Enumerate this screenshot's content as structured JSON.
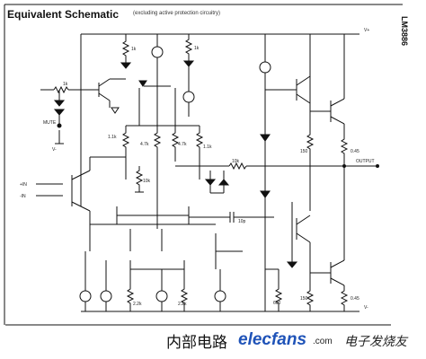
{
  "header": {
    "title": "Equivalent Schematic",
    "subtitle": "(excluding active protection circuitry)",
    "part_number": "LM3886"
  },
  "labels": {
    "vplus": "V+",
    "vminus": "V-",
    "mute": "MUTE",
    "v_mute": "V-",
    "in_plus": "+IN",
    "in_minus": "-IN",
    "output": "OUTPUT",
    "r_1k_a": "1k",
    "r_1k_b": "1k",
    "r_1k_c": "1k",
    "r_1_1k_left": "1.1k",
    "r_1_1k_right": "1.1k",
    "r_4_7k_left": "4.7k",
    "r_4_7k_right": "4.7k",
    "r_10k_a": "10k",
    "r_10k_b": "10k",
    "c_10p": "10p",
    "r_2_2k_left": "2.2k",
    "r_2_2k_right": "2.2k",
    "r_150_top": "150",
    "r_150_bottom": "150",
    "r_0_45_top": "0.45",
    "r_0_45_bottom": "0.45",
    "r_600": "600"
  },
  "footer": {
    "caption": "内部电路",
    "brand": "elecfans",
    "brand_suffix": ".com",
    "brand_cn": "电子发烧友"
  }
}
